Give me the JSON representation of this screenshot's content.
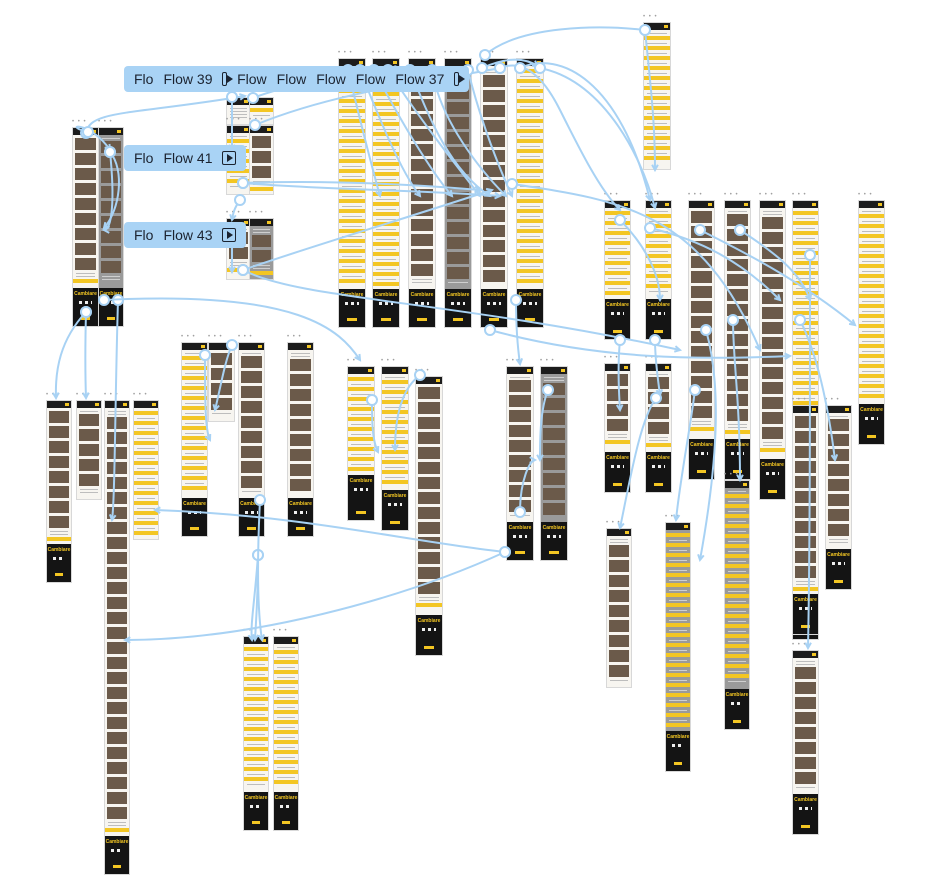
{
  "canvas": {
    "flow_chips": [
      {
        "id": "chip-1",
        "labels": [
          "Flo",
          "Flow 39",
          "Flow",
          "Flow",
          "Flow",
          "Flow",
          "Flow 37"
        ]
      },
      {
        "id": "chip-2",
        "labels": [
          "Flo",
          "Flow 41"
        ]
      },
      {
        "id": "chip-3",
        "labels": [
          "Flo",
          "Flow 43"
        ]
      }
    ],
    "brand_logo": "Cambiare",
    "frame_dots": "• • •",
    "colors": {
      "connector": "#a8d2f4",
      "accent": "#f3c623",
      "dark": "#141414",
      "page": "#f7f5f0"
    },
    "icons": [
      "flow-start-icon"
    ]
  }
}
